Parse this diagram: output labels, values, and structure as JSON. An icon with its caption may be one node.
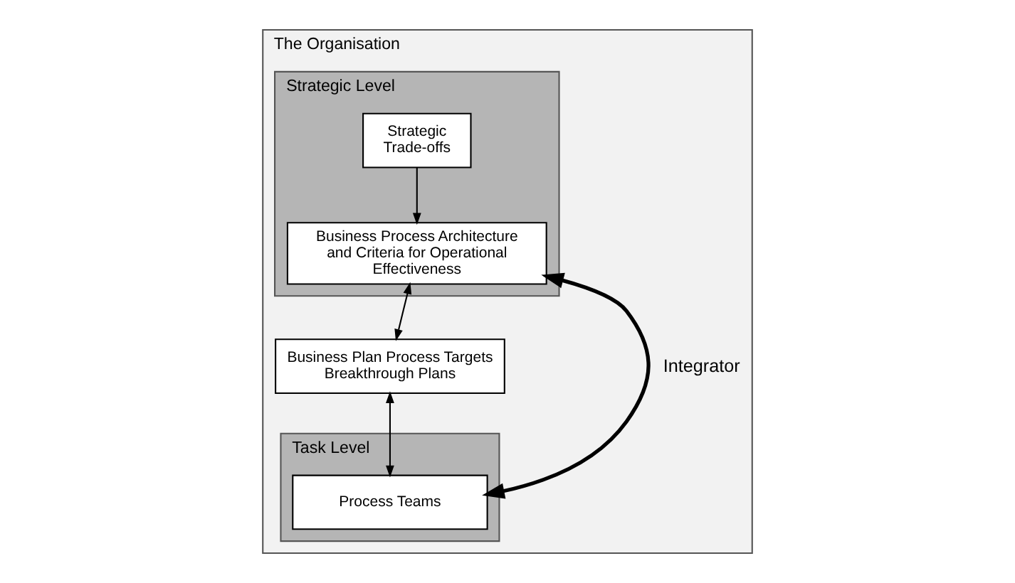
{
  "diagram": {
    "nodes": [
      {
        "text": [
          "The Organisation"
        ]
      },
      {
        "text": [
          "Strategic Level"
        ],
        "in": 0
      },
      {
        "text": [
          "Strategic Trade-offs"
        ],
        "in": 1
      },
      {
        "text": [
          "Business Process Architecture and Criteria for Operational Effectiveness"
        ],
        "in": 1
      },
      {
        "text": [
          "Business Plan Process Targets Breakthrough Plans"
        ],
        "in": 0
      },
      {
        "text": [
          "Task Level"
        ],
        "in": 0
      },
      {
        "text": [
          "Process Teams"
        ],
        "in": 5
      }
    ],
    "edges": [
      {
        "from": 2,
        "to": 3,
        "arrow": "to"
      },
      {
        "from": 3,
        "to": 4,
        "arrow": "both"
      },
      {
        "from": 4,
        "to": 6,
        "arrow": "both"
      },
      {
        "from": 3,
        "to": 6,
        "arrow": "both",
        "label": "Integrator",
        "style": "thick"
      }
    ]
  }
}
